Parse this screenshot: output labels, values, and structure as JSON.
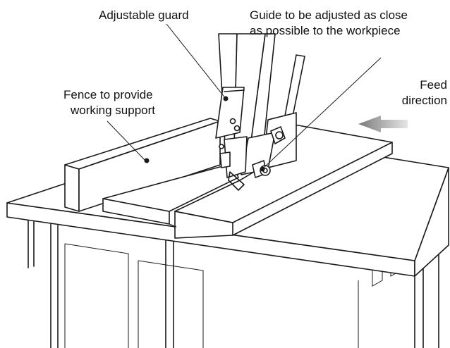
{
  "labels": {
    "adjustable_guard": "Adjustable guard",
    "guide_line1": "Guide to be adjusted as close",
    "guide_line2": "as possible to the workpiece",
    "fence_line1": "Fence to provide",
    "fence_line2": "working support",
    "feed_line1": "Feed",
    "feed_line2": "direction"
  },
  "colors": {
    "ink": "#1a1a1a",
    "arrow_dark": "#7a7a7a",
    "arrow_light": "#e6e6e6",
    "background": "#ffffff"
  }
}
